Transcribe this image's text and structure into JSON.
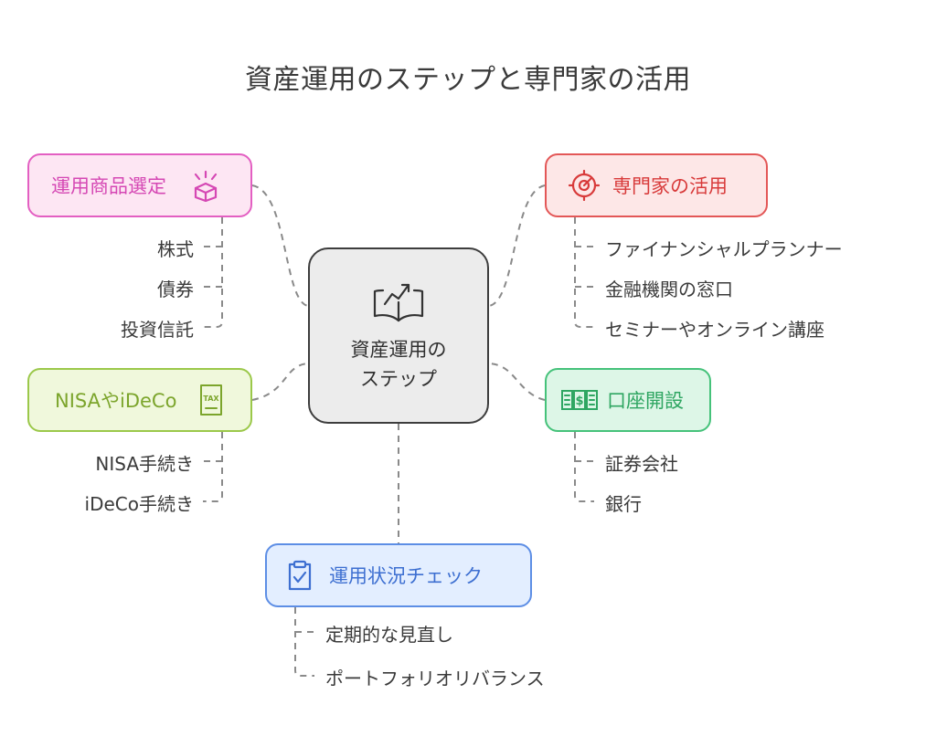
{
  "title": "資産運用のステップと専門家の活用",
  "center": {
    "label": "資産運用の\nステップ",
    "icon": "open-book-growth-icon"
  },
  "branches": {
    "product_selection": {
      "label": "運用商品選定",
      "icon": "box-sparkle-icon",
      "color": "#e35fc2",
      "items": [
        "株式",
        "債券",
        "投資信託"
      ]
    },
    "nisa_ideco": {
      "label": "NISAやiDeCo",
      "icon": "tax-document-icon",
      "color": "#9bc84a",
      "items": [
        "NISA手続き",
        "iDeCo手続き"
      ]
    },
    "experts": {
      "label": "専門家の活用",
      "icon": "target-icon",
      "color": "#e35757",
      "items": [
        "ファイナンシャルプランナー",
        "金融機関の窓口",
        "セミナーやオンライン講座"
      ]
    },
    "account_opening": {
      "label": "口座開設",
      "icon": "money-bills-icon",
      "color": "#45c27a",
      "items": [
        "証券会社",
        "銀行"
      ]
    },
    "monitoring": {
      "label": "運用状況チェック",
      "icon": "clipboard-check-icon",
      "color": "#5d8ee5",
      "items": [
        "定期的な見直し",
        "ポートフォリオリバランス"
      ]
    }
  }
}
